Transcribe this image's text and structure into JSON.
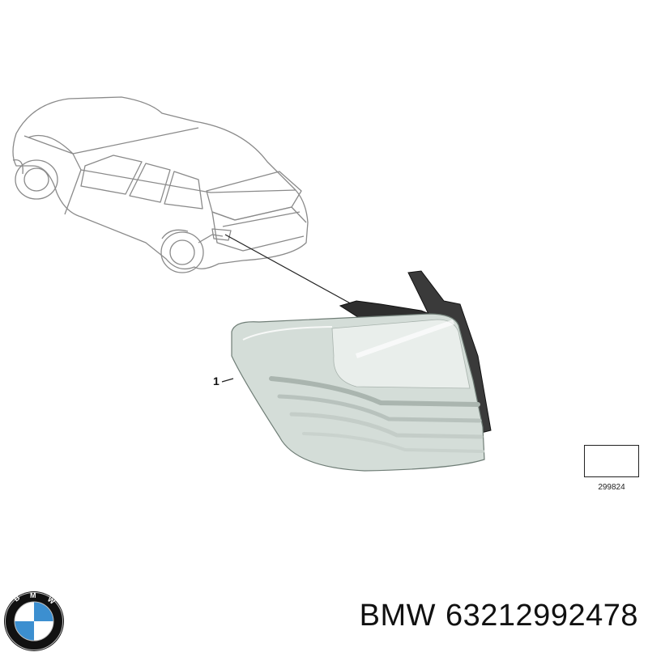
{
  "diagram": {
    "callouts": [
      {
        "label": "1",
        "part": "tail-light"
      }
    ],
    "symbol_code": "299824"
  },
  "footer": {
    "brand": "BMW",
    "part_number": "63212992478",
    "logo": {
      "name": "bmw-roundel",
      "colors": {
        "blue": "#3c8fd0",
        "black": "#111111",
        "white": "#ffffff"
      }
    }
  },
  "colors": {
    "line_art": "#888888",
    "lamp_lens": "#cfd8d3",
    "lamp_dark": "#2a2a2a"
  }
}
